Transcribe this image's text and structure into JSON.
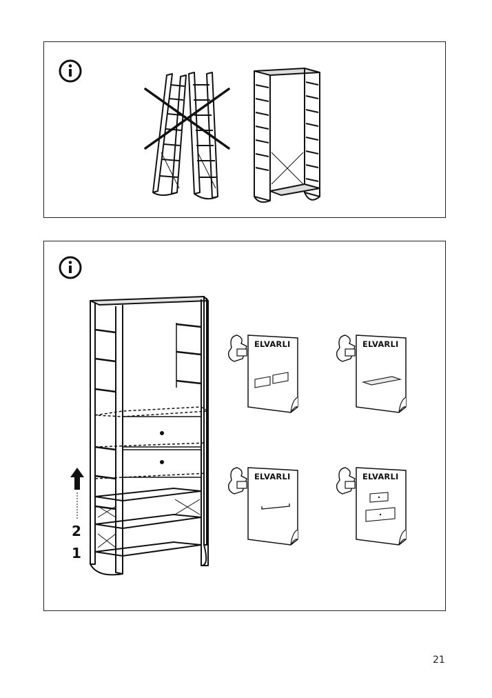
{
  "page": {
    "number": "21"
  },
  "top_panel": {
    "info_icon": "info-icon",
    "wrong_illustration": "ladder-frames-crossed-out",
    "right_illustration": "assembled-frame"
  },
  "bottom_panel": {
    "info_icon": "info-icon",
    "illustration": "shelf-unit-with-drawers",
    "step_numbers": [
      "2",
      "1"
    ],
    "booklets": [
      {
        "title": "ELVARLI",
        "icon": "drawer-rails-icon"
      },
      {
        "title": "ELVARLI",
        "icon": "shelf-board-icon"
      },
      {
        "title": "ELVARLI",
        "icon": "clothes-rail-icon"
      },
      {
        "title": "ELVARLI",
        "icon": "drawers-icon"
      }
    ]
  }
}
